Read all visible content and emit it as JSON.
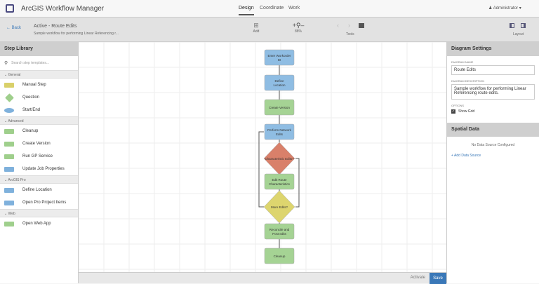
{
  "app": {
    "title": "ArcGIS Workflow Manager",
    "tabs": [
      "Design",
      "Coordinate",
      "Work"
    ],
    "user": "Administrator"
  },
  "toolbar": {
    "back": "Back",
    "title": "Active - Route Edits",
    "subtitle": "Sample workflow for performing Linear Referencing r...",
    "add": "Add",
    "zoom": "88%",
    "tools": "Tools",
    "layout": "Layout"
  },
  "library": {
    "title": "Step Library",
    "search_placeholder": "Search step templates...",
    "sections": [
      {
        "name": "General",
        "items": [
          {
            "label": "Manual Step",
            "shape": "rect",
            "color": "#d9d06a"
          },
          {
            "label": "Question",
            "shape": "diamond",
            "color": "#9fcf8c"
          },
          {
            "label": "Start/End",
            "shape": "ellipse",
            "color": "#7fb1dc"
          }
        ]
      },
      {
        "name": "Advanced",
        "items": [
          {
            "label": "Cleanup",
            "shape": "rect",
            "color": "#9fcf8c"
          },
          {
            "label": "Create Version",
            "shape": "rect",
            "color": "#9fcf8c"
          },
          {
            "label": "Run GP Service",
            "shape": "rect",
            "color": "#9fcf8c"
          },
          {
            "label": "Update Job Properties",
            "shape": "rect",
            "color": "#7fb1dc"
          }
        ]
      },
      {
        "name": "ArcGIS Pro",
        "items": [
          {
            "label": "Define Location",
            "shape": "rect",
            "color": "#7fb1dc"
          },
          {
            "label": "Open Pro Project Items",
            "shape": "rect",
            "color": "#7fb1dc"
          }
        ]
      },
      {
        "name": "Web",
        "items": [
          {
            "label": "Open Web App",
            "shape": "rect",
            "color": "#9fcf8c"
          }
        ]
      }
    ]
  },
  "diagram": {
    "nodes": [
      {
        "label": "Enter Workorder ID",
        "shape": "rect",
        "color": "#8fbde3"
      },
      {
        "label": "Define Location",
        "shape": "rect",
        "color": "#8fbde3"
      },
      {
        "label": "Create Version",
        "shape": "rect",
        "color": "#a5d394"
      },
      {
        "label": "Perform Network Edits",
        "shape": "rect",
        "color": "#8fbde3"
      },
      {
        "label": "Characteristic Edits?",
        "shape": "diamond",
        "color": "#d9806a"
      },
      {
        "label": "Edit Route Characteristics",
        "shape": "rect",
        "color": "#a5d394"
      },
      {
        "label": "More Edits?",
        "shape": "diamond",
        "color": "#ddd56e"
      },
      {
        "label": "Reconcile and Post edits",
        "shape": "rect",
        "color": "#a5d394"
      },
      {
        "label": "Cleanup",
        "shape": "rect",
        "color": "#a5d394"
      }
    ]
  },
  "settings": {
    "title": "Diagram Settings",
    "name_label": "DIAGRAM NAME",
    "name": "Route Edits",
    "desc_label": "DIAGRAM DESCRIPTION",
    "desc": "Sample workflow for performing Linear Referencing route edits.",
    "options_label": "OPTIONS",
    "show_grid": "Show Grid",
    "show_grid_checked": true
  },
  "spatial": {
    "title": "Spatial Data",
    "empty": "No Data Source Configured",
    "add": "Add Data Source"
  },
  "footer": {
    "activate": "Activate",
    "save": "Save"
  }
}
